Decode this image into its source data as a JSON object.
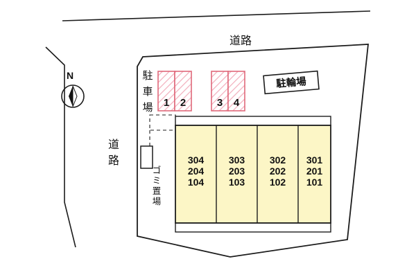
{
  "roads": {
    "top_label": "道路",
    "left_label": "道路"
  },
  "compass": {
    "label": "N"
  },
  "parking": {
    "label": "駐車場",
    "spaces": [
      "1",
      "2",
      "3",
      "4"
    ]
  },
  "bicycle_parking": {
    "sign": "駐輪場"
  },
  "garbage": {
    "label": "ゴミ置場"
  },
  "building": {
    "units": [
      {
        "rooms": [
          "304",
          "204",
          "104"
        ]
      },
      {
        "rooms": [
          "303",
          "203",
          "103"
        ]
      },
      {
        "rooms": [
          "302",
          "202",
          "102"
        ]
      },
      {
        "rooms": [
          "301",
          "201",
          "101"
        ]
      }
    ]
  },
  "colors": {
    "background": "#ffffff",
    "outline": "#1c1c1c",
    "unit_fill": "#fcf6c6",
    "parking_border": "#e0697b",
    "parking_hatch": "#f2aebc"
  }
}
